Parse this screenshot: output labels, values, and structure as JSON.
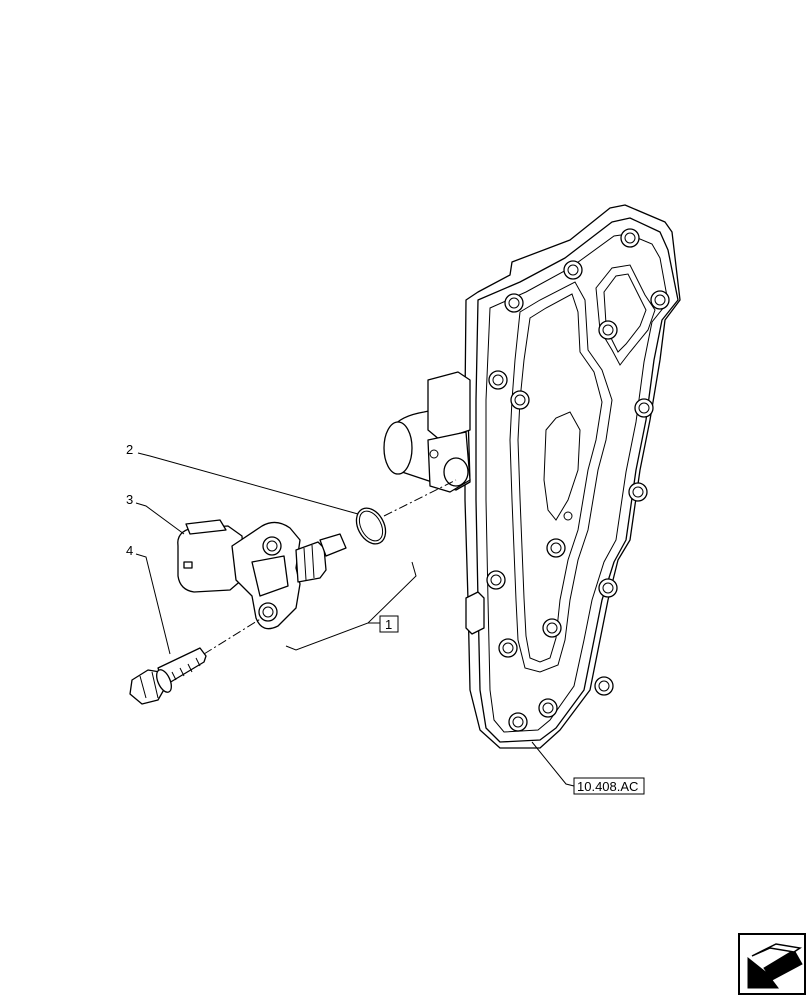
{
  "callouts": {
    "item_2": "2",
    "item_3": "3",
    "item_4": "4",
    "item_1": "1"
  },
  "reference_label": "10.408.AC",
  "icons": {
    "nav_arrow": "next-page-arrow-icon"
  }
}
